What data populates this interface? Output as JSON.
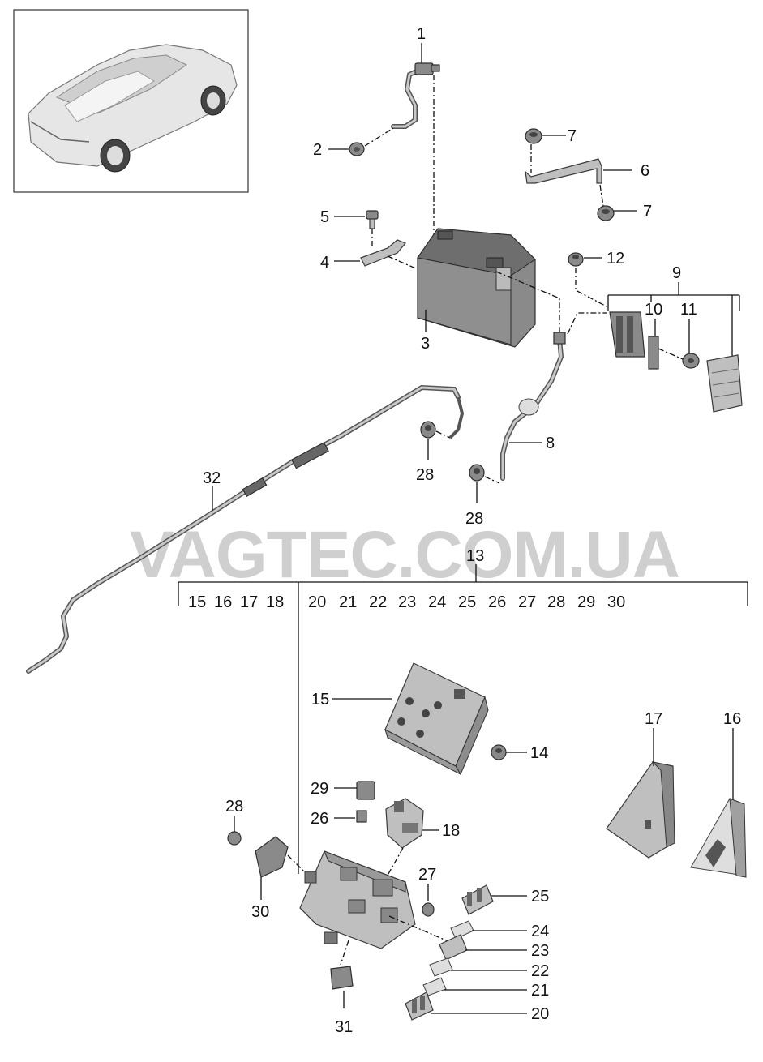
{
  "watermark": "VAGTEC.COM.UA",
  "callouts": {
    "c1": "1",
    "c2": "2",
    "c3": "3",
    "c4": "4",
    "c5": "5",
    "c6": "6",
    "c7a": "7",
    "c7b": "7",
    "c8": "8",
    "c9": "9",
    "c10": "10",
    "c11": "11",
    "c12": "12",
    "c13": "13",
    "c14": "14",
    "c15": "15",
    "c16": "16",
    "c17": "17",
    "c18": "18",
    "c20": "20",
    "c21": "21",
    "c22": "22",
    "c23": "23",
    "c24": "24",
    "c25": "25",
    "c26": "26",
    "c27": "27",
    "c28a": "28",
    "c28b": "28",
    "c28c": "28",
    "c29": "29",
    "c30": "30",
    "c31": "31",
    "c32": "32"
  },
  "group13": {
    "left": [
      "15",
      "16",
      "17",
      "18"
    ],
    "right": [
      "20",
      "21",
      "22",
      "23",
      "24",
      "25",
      "26",
      "27",
      "28",
      "29",
      "30"
    ]
  }
}
